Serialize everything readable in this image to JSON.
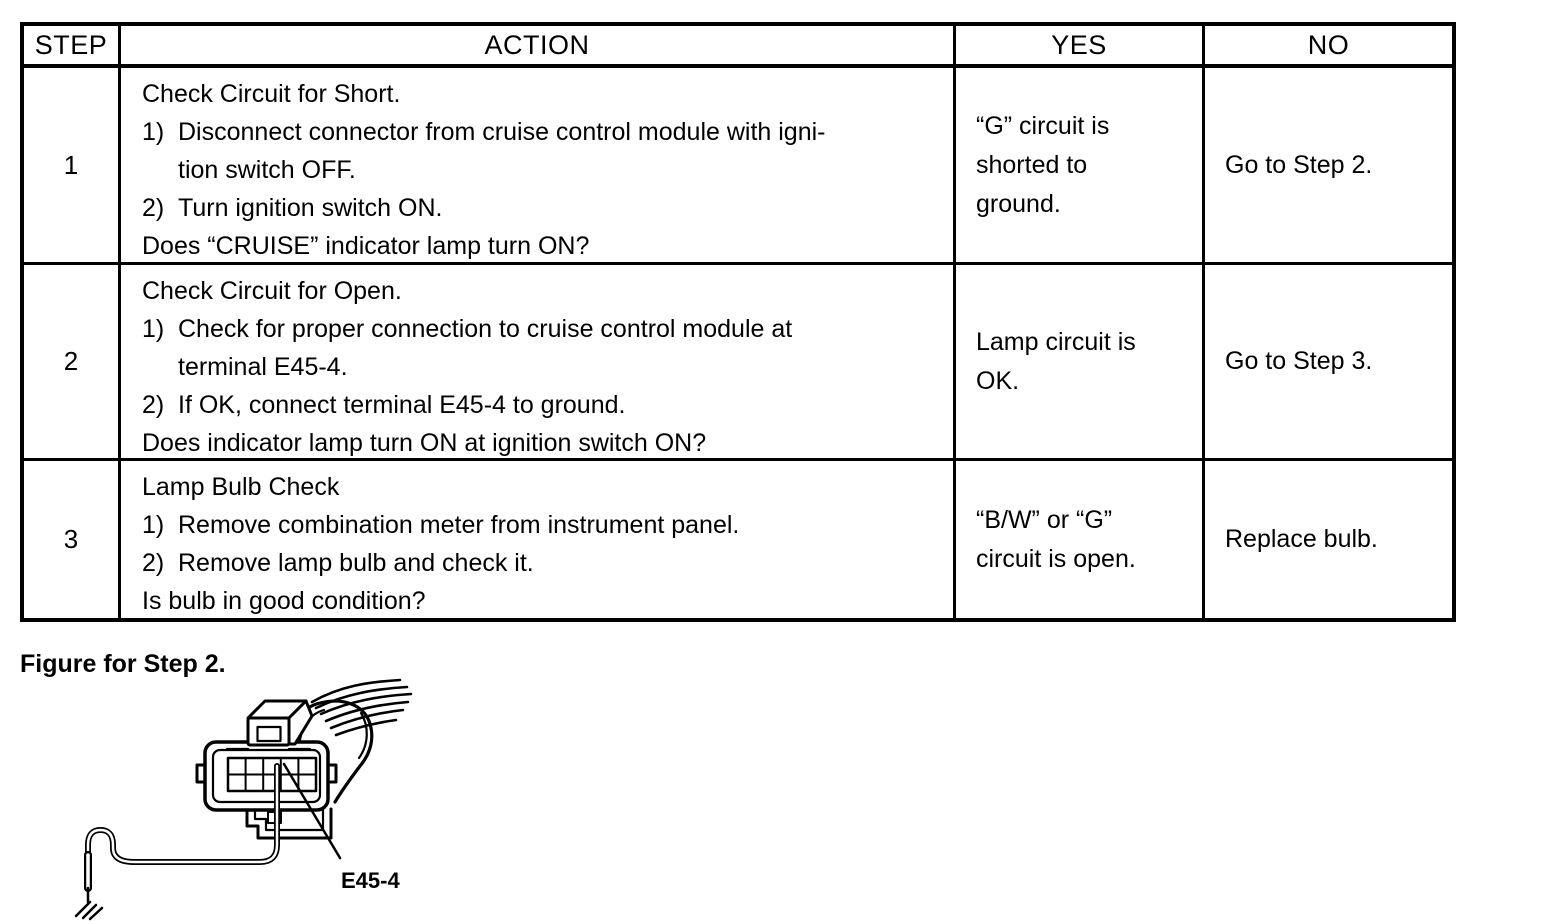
{
  "table": {
    "headers": [
      "STEP",
      "ACTION",
      "YES",
      "NO"
    ],
    "rows": [
      {
        "step": "1",
        "action_lines": [
          {
            "kind": "plain",
            "text": "Check Circuit for Short."
          },
          {
            "kind": "num",
            "num": "1)",
            "text": "Disconnect connector from cruise control module with igni-"
          },
          {
            "kind": "cont",
            "text": "tion switch OFF."
          },
          {
            "kind": "num",
            "num": "2)",
            "text": "Turn ignition switch ON."
          },
          {
            "kind": "plain",
            "text": "Does “CRUISE” indicator lamp turn ON?"
          }
        ],
        "yes_lines": [
          "“G” circuit is",
          "shorted to",
          "ground."
        ],
        "no": "Go to Step 2."
      },
      {
        "step": "2",
        "action_lines": [
          {
            "kind": "plain",
            "text": "Check Circuit for Open."
          },
          {
            "kind": "num",
            "num": "1)",
            "text": "Check for proper connection to cruise control module at"
          },
          {
            "kind": "cont",
            "text": "terminal E45-4."
          },
          {
            "kind": "num",
            "num": "2)",
            "text": "If OK, connect terminal E45-4 to ground."
          },
          {
            "kind": "plain",
            "text": "Does indicator lamp turn ON at ignition switch ON?"
          }
        ],
        "yes_lines": [
          "Lamp circuit is",
          "OK."
        ],
        "no": "Go to Step 3."
      },
      {
        "step": "3",
        "action_lines": [
          {
            "kind": "plain",
            "text": "Lamp Bulb Check"
          },
          {
            "kind": "num",
            "num": "1)",
            "text": "Remove combination meter from instrument panel."
          },
          {
            "kind": "num",
            "num": "2)",
            "text": "Remove lamp bulb and check it."
          },
          {
            "kind": "plain",
            "text": "Is bulb in good condition?"
          }
        ],
        "yes_lines": [
          "“B/W” or “G”",
          "circuit is open."
        ],
        "no": "Replace bulb."
      }
    ]
  },
  "figure": {
    "caption": "Figure for Step 2.",
    "connector_label": "E45-4"
  }
}
